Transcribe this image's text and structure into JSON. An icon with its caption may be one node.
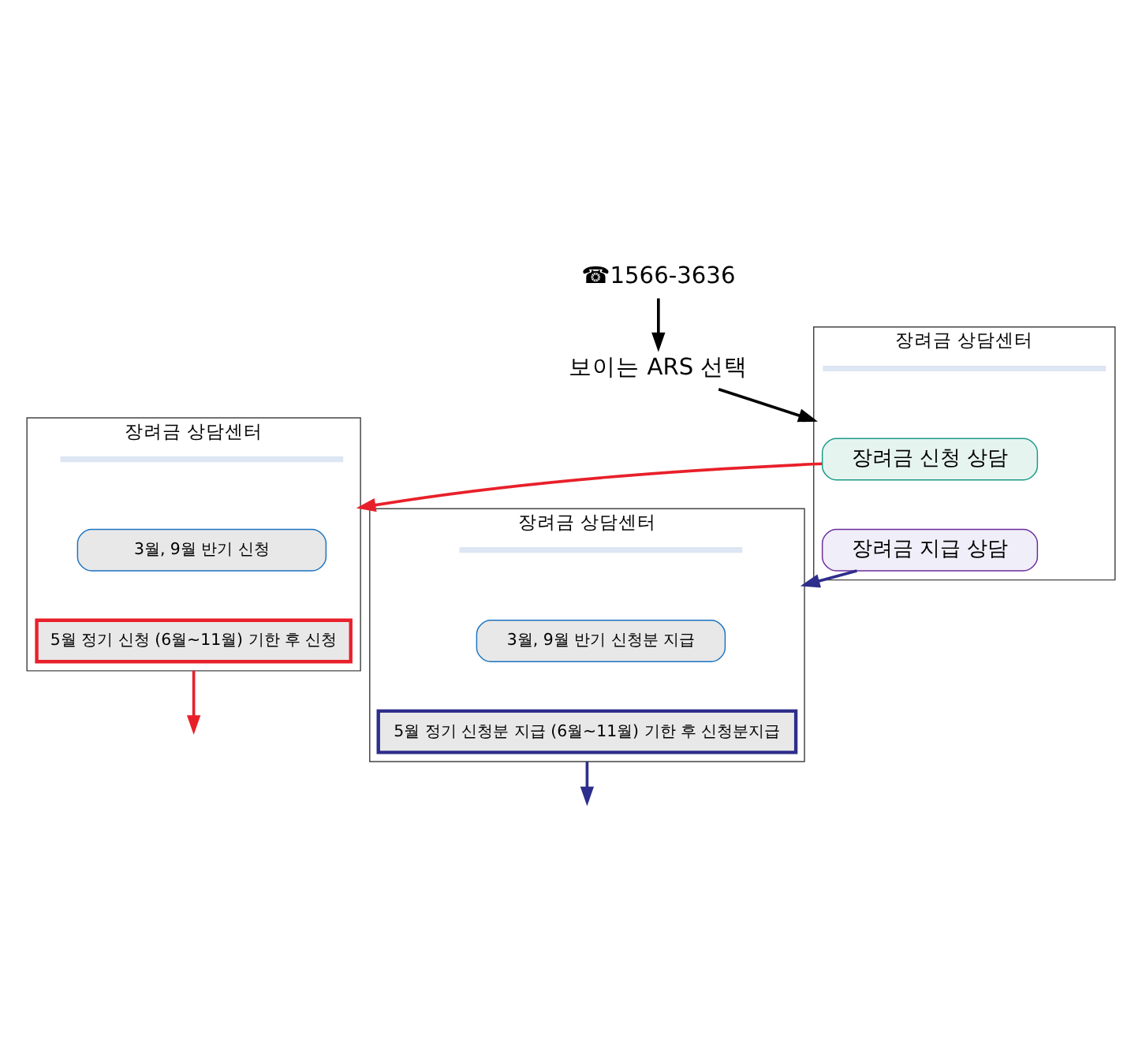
{
  "diagram": {
    "nodes": [
      {
        "text": [
          "☎1566-3636"
        ]
      },
      {
        "text": [
          "보이는 ARS 선택"
        ]
      },
      {
        "text": [
          "장려금 상담센터"
        ]
      },
      {
        "text": [
          "장려금 신청 상담"
        ],
        "in": 2
      },
      {
        "text": [
          "장려금 지급 상담"
        ],
        "in": 2
      },
      {
        "text": [
          "장려금 상담센터"
        ]
      },
      {
        "text": [
          "3월, 9월 반기 신청"
        ],
        "in": 5
      },
      {
        "text": [
          "5월 정기 신청 (6월~11월) 기한 후 신청"
        ],
        "in": 5
      },
      {
        "text": [
          "장려금 상담센터"
        ]
      },
      {
        "text": [
          "3월, 9월 반기 신청분 지급"
        ],
        "in": 8
      },
      {
        "text": [
          "5월 정기 신청분 지급 (6월~11월) 기한 후 신청분지급"
        ],
        "in": 8
      }
    ],
    "edges": [
      {
        "from": 0,
        "to": 1,
        "arrow": "to"
      },
      {
        "from": 1,
        "to": 2,
        "arrow": "to"
      },
      {
        "from": 3,
        "to": 5,
        "arrow": "to",
        "color": "#e8202a"
      },
      {
        "from": 4,
        "to": 8,
        "arrow": "to",
        "color": "#2e2e8c"
      },
      {
        "from": 5,
        "to": null,
        "arrow": "to",
        "color": "#e8202a"
      },
      {
        "from": 8,
        "to": null,
        "arrow": "to",
        "color": "#2e2e8c"
      }
    ]
  }
}
